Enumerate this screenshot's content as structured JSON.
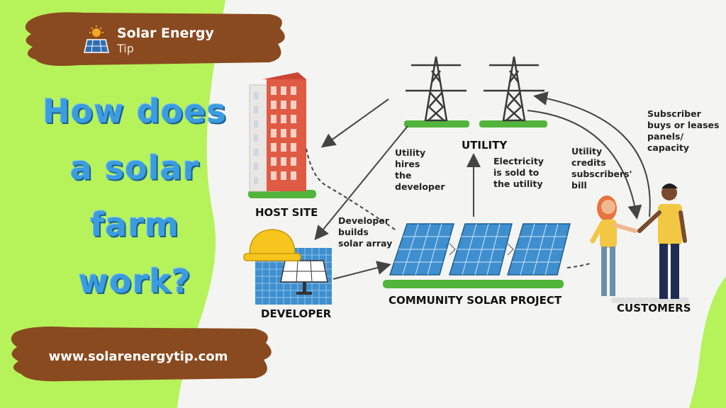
{
  "brand": {
    "name": "Solar Energy",
    "sub": "Tip"
  },
  "title_lines": [
    "How does",
    "a solar",
    "farm",
    "work?"
  ],
  "website": "www.solarenergytip.com",
  "nodes": {
    "utility": "UTILITY",
    "host_site": "HOST SITE",
    "developer": "DEVELOPER",
    "project": "COMMUNITY SOLAR PROJECT",
    "customers": "CUSTOMERS"
  },
  "notes": {
    "utility_hires": "Utility\nhires\nthe\ndeveloper",
    "electricity_sold": "Electricity\nis sold to\nthe utility",
    "utility_credits": "Utility\ncredits\nsubscribers'\nbill",
    "subscriber_buys": "Subscriber\nbuys or leases\npanels/\ncapacity",
    "developer_builds": "Developer\nbuilds\nsolar array"
  },
  "colors": {
    "green_bg": "#b6f25a",
    "brush_brown": "#8a4a1f",
    "title_blue": "#3b9de0",
    "grass": "#52b43a",
    "panel_blue": "#3f8fcf"
  }
}
